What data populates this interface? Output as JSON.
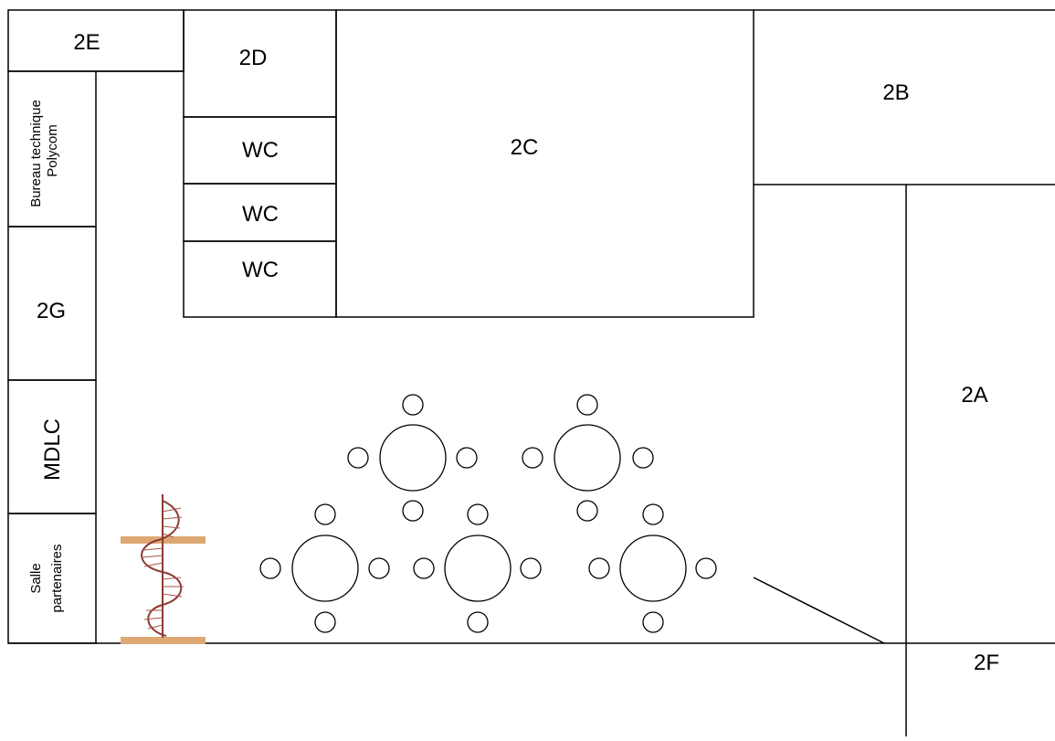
{
  "rooms": {
    "r2e": "2E",
    "r2d": "2D",
    "wc1": "WC",
    "wc2": "WC",
    "wc3": "WC",
    "r2c": "2C",
    "r2b": "2B",
    "bureau_line1": "Bureau technique",
    "bureau_line2": "Polycom",
    "r2g": "2G",
    "mdlc": "MDLC",
    "salle_line1": "Salle",
    "salle_line2": "partenaires",
    "r2a": "2A",
    "r2f": "2F"
  },
  "furniture": {
    "table_count": 5,
    "chairs_per_table": 4,
    "staircase_icon": "spiral-staircase-icon"
  }
}
